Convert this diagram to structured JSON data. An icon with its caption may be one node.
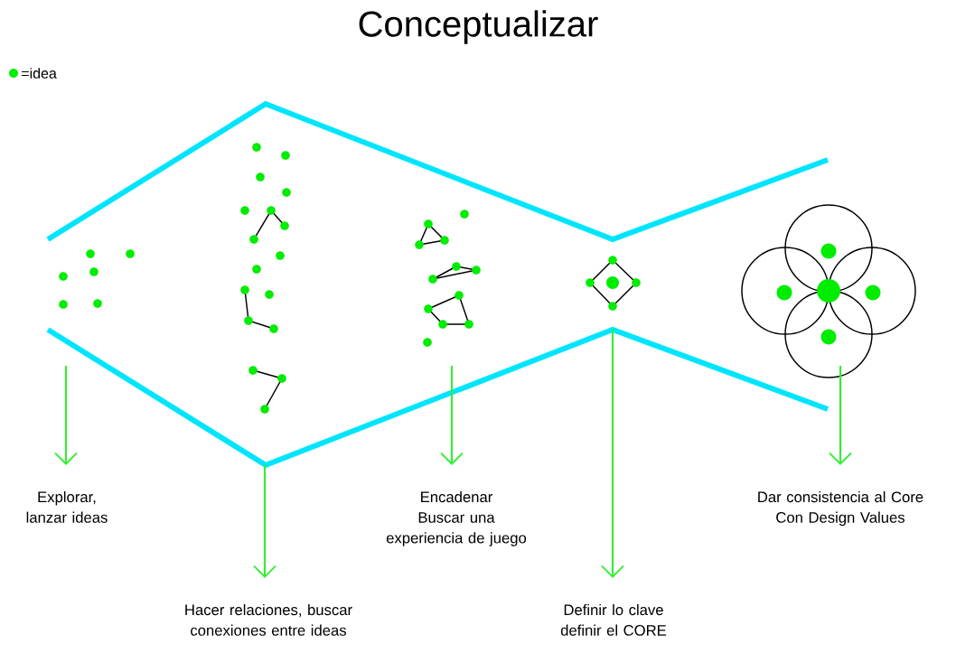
{
  "diagram": {
    "title": "Conceptualizar",
    "nodes": [
      {
        "text": [
          "Explorar, lanzar ideas"
        ]
      },
      {
        "text": [
          "Hacer relaciones, buscar conexiones entre ideas"
        ]
      },
      {
        "text": [
          "Encadenar",
          "Buscar una experiencia de juego"
        ]
      },
      {
        "text": [
          "Definir lo clave definir el CORE"
        ]
      },
      {
        "text": [
          "Dar consistencia al Core",
          "Con Design Values"
        ]
      }
    ],
    "edges": [
      {
        "from": null,
        "to": 0,
        "arrow": "to"
      },
      {
        "from": null,
        "to": 1,
        "arrow": "to"
      },
      {
        "from": null,
        "to": 2,
        "arrow": "to"
      },
      {
        "from": null,
        "to": 3,
        "arrow": "to"
      },
      {
        "from": null,
        "to": 4,
        "arrow": "to"
      }
    ],
    "legend": [
      {
        "text": "=idea",
        "color": "#00ee00"
      }
    ]
  }
}
